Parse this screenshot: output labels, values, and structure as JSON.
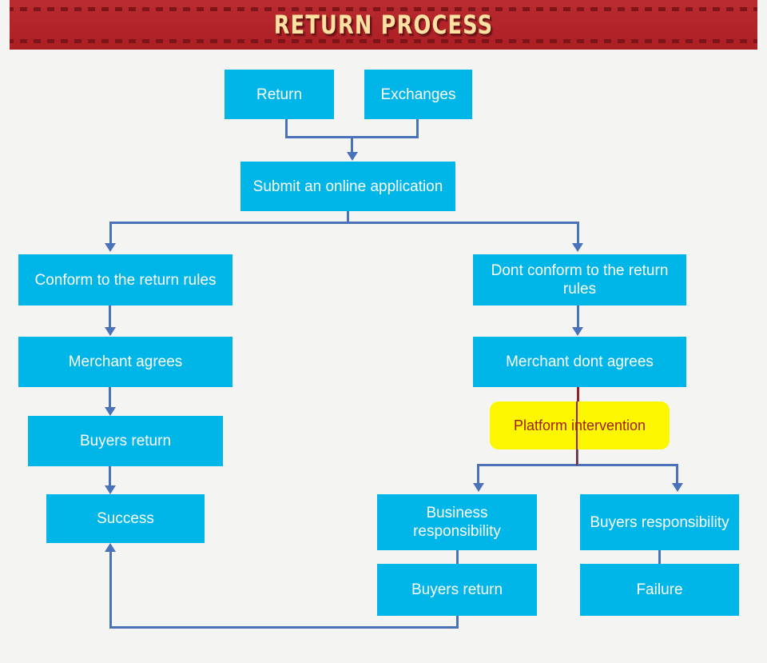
{
  "header": {
    "title": "RETURN PROCESS",
    "background_color": "#b62025",
    "title_color": "#fbe2a3",
    "dash_color": "#7d1417"
  },
  "canvas": {
    "background_color": "#f4f4f3",
    "node_color": "#00b5e8",
    "node_text_color": "#ffffff",
    "highlight_node_color": "#fcf700",
    "highlight_node_text_color": "#a21c14",
    "connector_color": "#4a72b8",
    "highlight_connector_color": "#8e2328"
  },
  "chart_data": {
    "type": "diagram",
    "title": "RETURN PROCESS",
    "nodes": [
      {
        "id": "return",
        "label": "Return",
        "style": "blue"
      },
      {
        "id": "exchanges",
        "label": "Exchanges",
        "style": "blue"
      },
      {
        "id": "submit",
        "label": "Submit an online application",
        "style": "blue"
      },
      {
        "id": "conform",
        "label": "Conform to the return rules",
        "style": "blue"
      },
      {
        "id": "not-conform",
        "label": "Dont conform to the return rules",
        "style": "blue"
      },
      {
        "id": "merchant-agrees",
        "label": "Merchant agrees",
        "style": "blue"
      },
      {
        "id": "merchant-dont-agrees",
        "label": "Merchant dont agrees",
        "style": "blue"
      },
      {
        "id": "buyers-return-left",
        "label": "Buyers return",
        "style": "blue"
      },
      {
        "id": "platform-intervention",
        "label": "Platform intervention",
        "style": "yellow"
      },
      {
        "id": "success",
        "label": "Success",
        "style": "blue"
      },
      {
        "id": "business-resp",
        "label": "Business responsibility",
        "style": "blue"
      },
      {
        "id": "buyers-resp",
        "label": "Buyers responsibility",
        "style": "blue"
      },
      {
        "id": "buyers-return-right",
        "label": "Buyers return",
        "style": "blue"
      },
      {
        "id": "failure",
        "label": "Failure",
        "style": "blue"
      }
    ],
    "edges": [
      {
        "from": "return",
        "to": "submit"
      },
      {
        "from": "exchanges",
        "to": "submit"
      },
      {
        "from": "submit",
        "to": "conform"
      },
      {
        "from": "submit",
        "to": "not-conform"
      },
      {
        "from": "conform",
        "to": "merchant-agrees"
      },
      {
        "from": "merchant-agrees",
        "to": "buyers-return-left"
      },
      {
        "from": "buyers-return-left",
        "to": "success"
      },
      {
        "from": "not-conform",
        "to": "merchant-dont-agrees"
      },
      {
        "from": "merchant-dont-agrees",
        "to": "platform-intervention"
      },
      {
        "from": "platform-intervention",
        "to": "business-resp"
      },
      {
        "from": "platform-intervention",
        "to": "buyers-resp"
      },
      {
        "from": "business-resp",
        "to": "buyers-return-right"
      },
      {
        "from": "buyers-resp",
        "to": "failure"
      },
      {
        "from": "buyers-return-right",
        "to": "success"
      }
    ]
  },
  "nodes": {
    "return": "Return",
    "exchanges": "Exchanges",
    "submit": "Submit an online application",
    "conform": "Conform to the return rules",
    "not_conform": "Dont conform to the return rules",
    "merchant_agrees": "Merchant agrees",
    "merchant_dont_agrees": "Merchant dont agrees",
    "buyers_return_left": "Buyers return",
    "platform_intervention": "Platform intervention",
    "success": "Success",
    "business_responsibility": "Business responsibility",
    "buyers_responsibility": "Buyers responsibility",
    "buyers_return_right": "Buyers return",
    "failure": "Failure"
  }
}
